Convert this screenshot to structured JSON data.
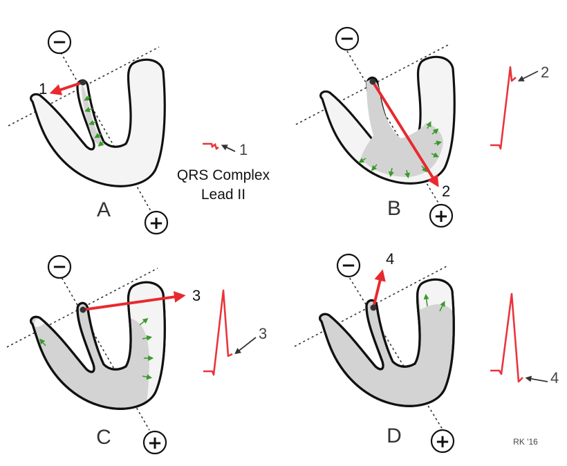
{
  "panels": [
    {
      "letter": "A",
      "vector_label": "1"
    },
    {
      "letter": "B",
      "vector_label": "2",
      "trace_label": "2"
    },
    {
      "letter": "C",
      "vector_label": "3",
      "trace_label": "3"
    },
    {
      "letter": "D",
      "vector_label": "4",
      "trace_label": "4"
    }
  ],
  "legend": {
    "number": "1",
    "line1": "QRS Complex",
    "line2": "Lead II"
  },
  "electrodes": {
    "negative": "−",
    "positive": "+"
  },
  "credit": "RK '16",
  "colors": {
    "vector": "#e8292f",
    "trace": "#e8353b",
    "spread_arrow": "#3a9a2a",
    "depolarized": "#d3d3d3",
    "outline": "#111111"
  }
}
